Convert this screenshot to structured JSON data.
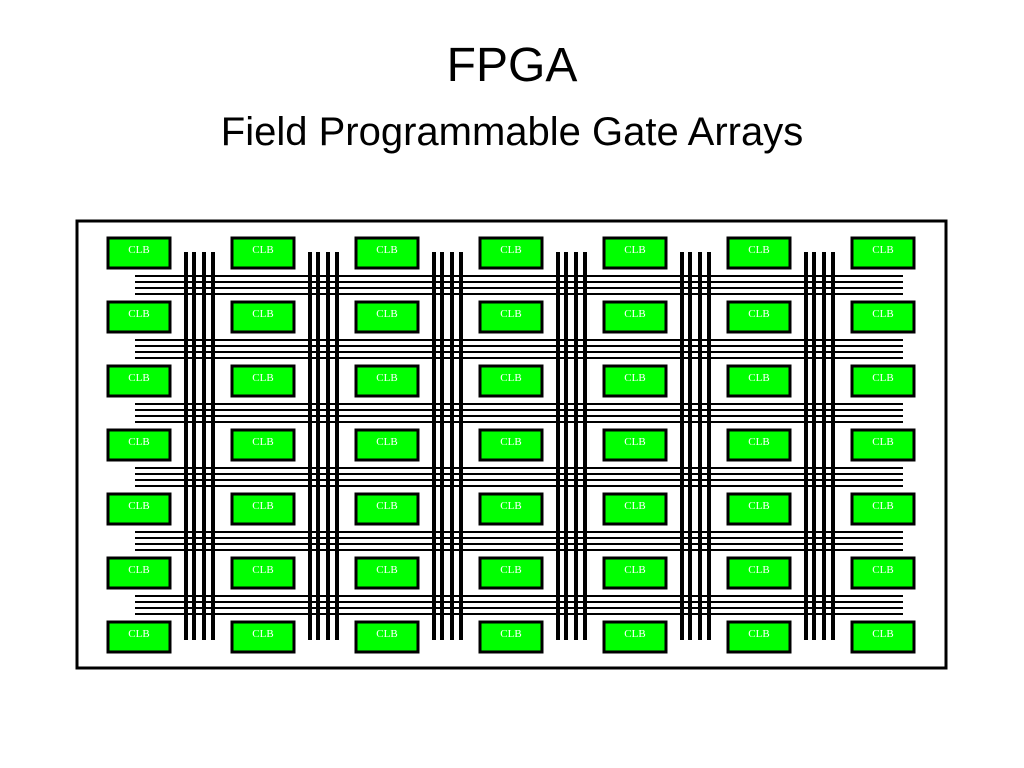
{
  "slide": {
    "title": "FPGA",
    "subtitle": "Field Programmable Gate Arrays"
  },
  "diagram": {
    "block_label": "CLB",
    "rows": 7,
    "columns": 7,
    "colors": {
      "block_fill": "#00ff00",
      "block_stroke": "#000000",
      "wire": "#000000",
      "frame": "#000000",
      "label": "#ffffff"
    }
  }
}
